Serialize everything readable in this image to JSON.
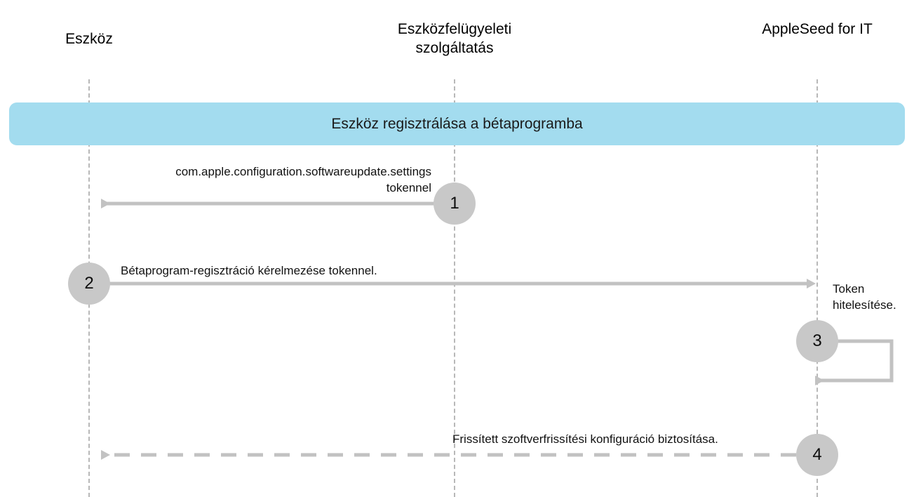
{
  "diagram": {
    "title": "Eszköz regisztrálása a bétaprogramba",
    "colors": {
      "banner_fill": "#a3dcef",
      "step_circle_fill": "#c8c8c8",
      "arrow_stroke": "#c2c2c2",
      "lifeline_stroke": "#b8b8b8",
      "text": "#111111"
    },
    "lanes": [
      {
        "id": "device",
        "label": "Eszköz"
      },
      {
        "id": "mdm",
        "label": "Eszközfelügyeleti\nszolgáltatás"
      },
      {
        "id": "seed",
        "label": "AppleSeed for IT"
      }
    ],
    "banner": {
      "label": "Eszköz regisztrálása a bétaprogramba"
    },
    "steps": [
      {
        "number": "1",
        "label": "com.apple.configuration.softwareupdate.settings\ntokennel",
        "from": "mdm",
        "to": "device",
        "line_style": "solid",
        "direction": "left"
      },
      {
        "number": "2",
        "label": "Bétaprogram-regisztráció kérelmezése tokennel.",
        "from": "device",
        "to": "seed",
        "line_style": "solid",
        "direction": "right"
      },
      {
        "number": "3",
        "label": "Token\nhitelesítése.",
        "from": "seed",
        "to": "seed",
        "line_style": "solid",
        "direction": "self"
      },
      {
        "number": "4",
        "label": "Frissített szoftverfrissítési konfiguráció biztosítása.",
        "from": "seed",
        "to": "device",
        "line_style": "dashed",
        "direction": "left"
      }
    ]
  }
}
